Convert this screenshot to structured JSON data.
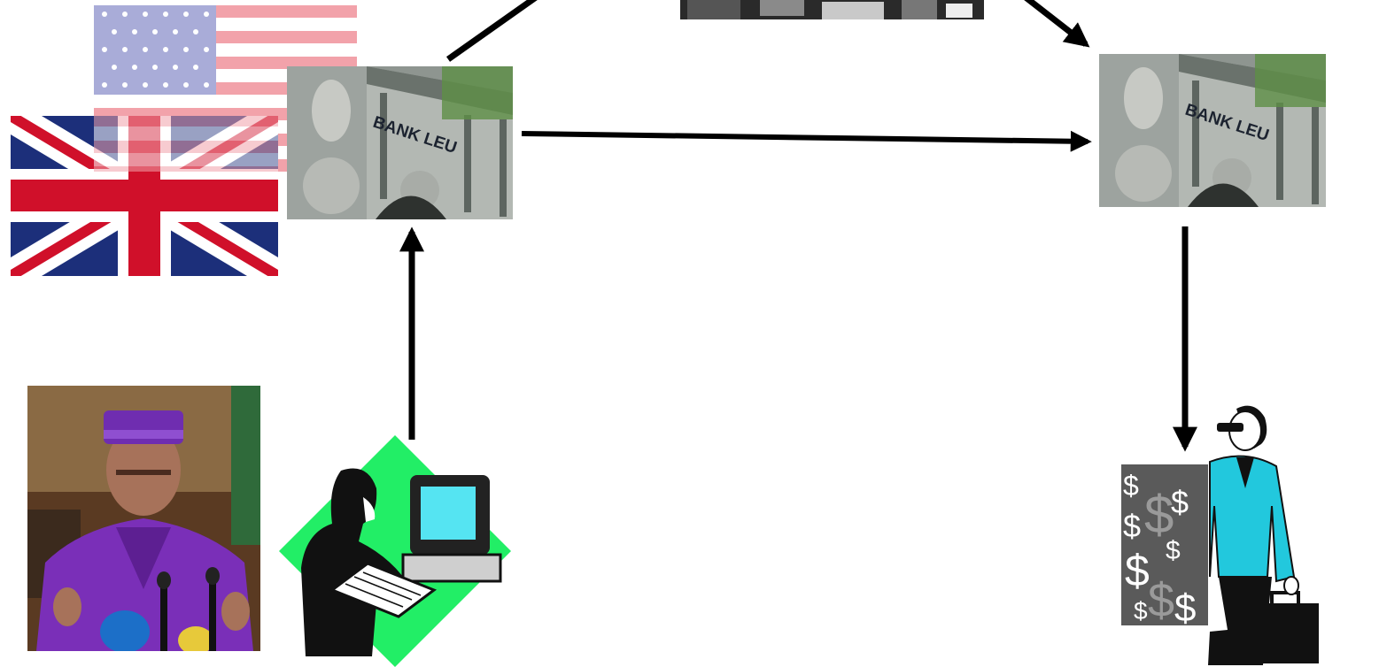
{
  "slide": {
    "background": "#ffffff",
    "bank_sign_text": "BANK LEU",
    "images": {
      "us_flag": "us-flag",
      "uk_flag": "uk-flag",
      "bank_left": "bank-leu-building",
      "bank_right": "bank-leu-building",
      "top_partial": "building-photo",
      "leader_photo": "man-in-purple-robe-photo",
      "computer_user": "man-at-computer-clipart",
      "businesswoman": "businesswoman-with-dollars-clipart"
    },
    "dollar_glyph": "$"
  },
  "colors": {
    "arrow": "#000000",
    "green_diamond": "#22ee66",
    "screen_cyan": "#55e4f2",
    "jacket_cyan": "#22c8dd",
    "robe_purple": "#7a2fb8",
    "flag_red": "#d0102a",
    "flag_blue": "#1c2f7a"
  }
}
